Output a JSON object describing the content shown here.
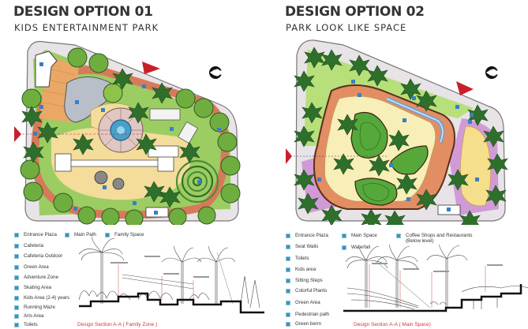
{
  "option1": {
    "title": "DESIGN OPTION 01",
    "subtitle": "KIDS ENTERTAINMENT PARK",
    "legend": [
      {
        "label": "Entrance Plaza"
      },
      {
        "label": "Cafeteria"
      },
      {
        "label": "Cafeteria Outdoor"
      },
      {
        "label": "Green Area"
      },
      {
        "label": "Adventure Zone"
      },
      {
        "label": "Skating Area"
      },
      {
        "label": "Kids Area (2-4) years"
      },
      {
        "label": "Running Maze"
      },
      {
        "label": "Arts Area"
      },
      {
        "label": "Toilets"
      }
    ],
    "legend_top": [
      {
        "label": "Main Path"
      },
      {
        "label": "Family Space"
      }
    ],
    "section_caption": "Design Section A-A ( Family Zone )"
  },
  "option2": {
    "title": "DESIGN OPTION 02",
    "subtitle": "PARK LOOK LIKE SPACE",
    "legend": [
      {
        "label": "Entrance Plaza"
      },
      {
        "label": "Seat Walls"
      },
      {
        "label": "Toilets"
      },
      {
        "label": "Kids area"
      },
      {
        "label": "Sitting Steps"
      },
      {
        "label": "Colorful Plants"
      },
      {
        "label": "Green Area"
      },
      {
        "label": "Pedestrian path"
      },
      {
        "label": "Green berm"
      }
    ],
    "legend_top": [
      {
        "label": "Main Space"
      },
      {
        "label": "Waterfall"
      }
    ],
    "legend_extra": {
      "label": "Coffee Shops and Restaurants",
      "sublabel": "(Below level)"
    },
    "section_caption": "Design Section A-A ( Main Space)"
  },
  "colors": {
    "entry_arrow": "#c8202a",
    "legend_marker": "#3a93b8",
    "caption": "#d2343a",
    "tree_dark": "#2f6f2c",
    "tree_light": "#6fae3e",
    "path_brick": "#d77a5a",
    "sand": "#f4dc9a",
    "lawn": "#a8d46a",
    "water": "#9fb9d8"
  }
}
